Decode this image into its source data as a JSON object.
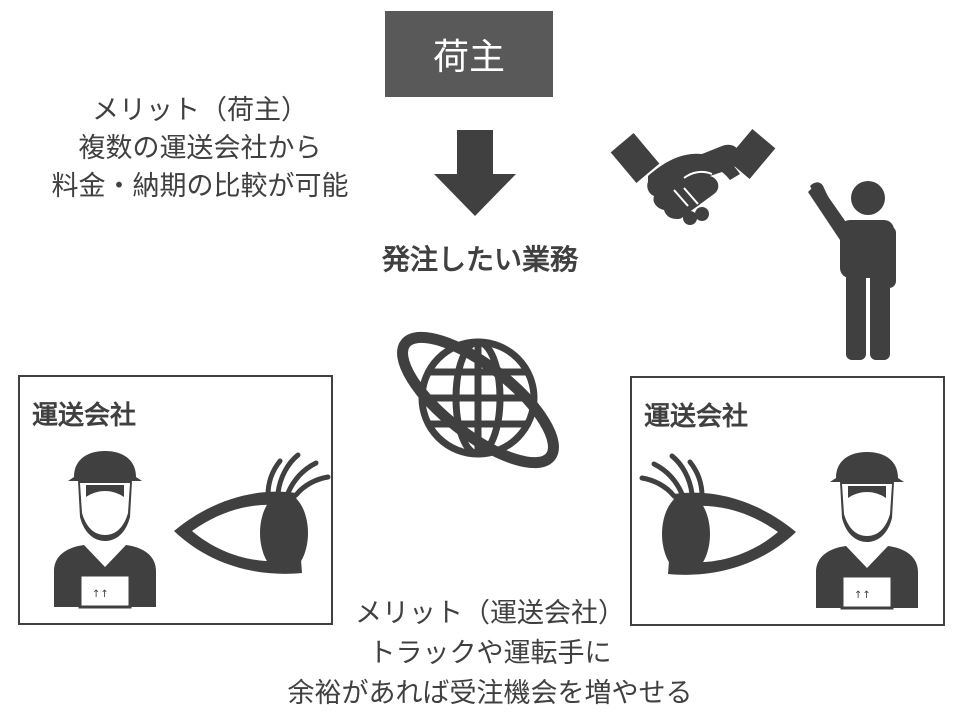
{
  "shipper": {
    "label": "荷主"
  },
  "shipper_merit": {
    "lines": [
      "メリット（荷主）",
      "複数の運送会社から",
      "料金・納期の比較が可能"
    ]
  },
  "order": {
    "label": "発注したい業務"
  },
  "carriers": [
    {
      "title": "運送会社"
    },
    {
      "title": "運送会社"
    }
  ],
  "carrier_merit": {
    "lines": [
      "メリット（運送会社）",
      "トラックや運転手に",
      "余裕があれば受注機会を増やせる"
    ]
  },
  "colors": {
    "dark": "#595959",
    "icon": "#404040",
    "text": "#404040"
  }
}
